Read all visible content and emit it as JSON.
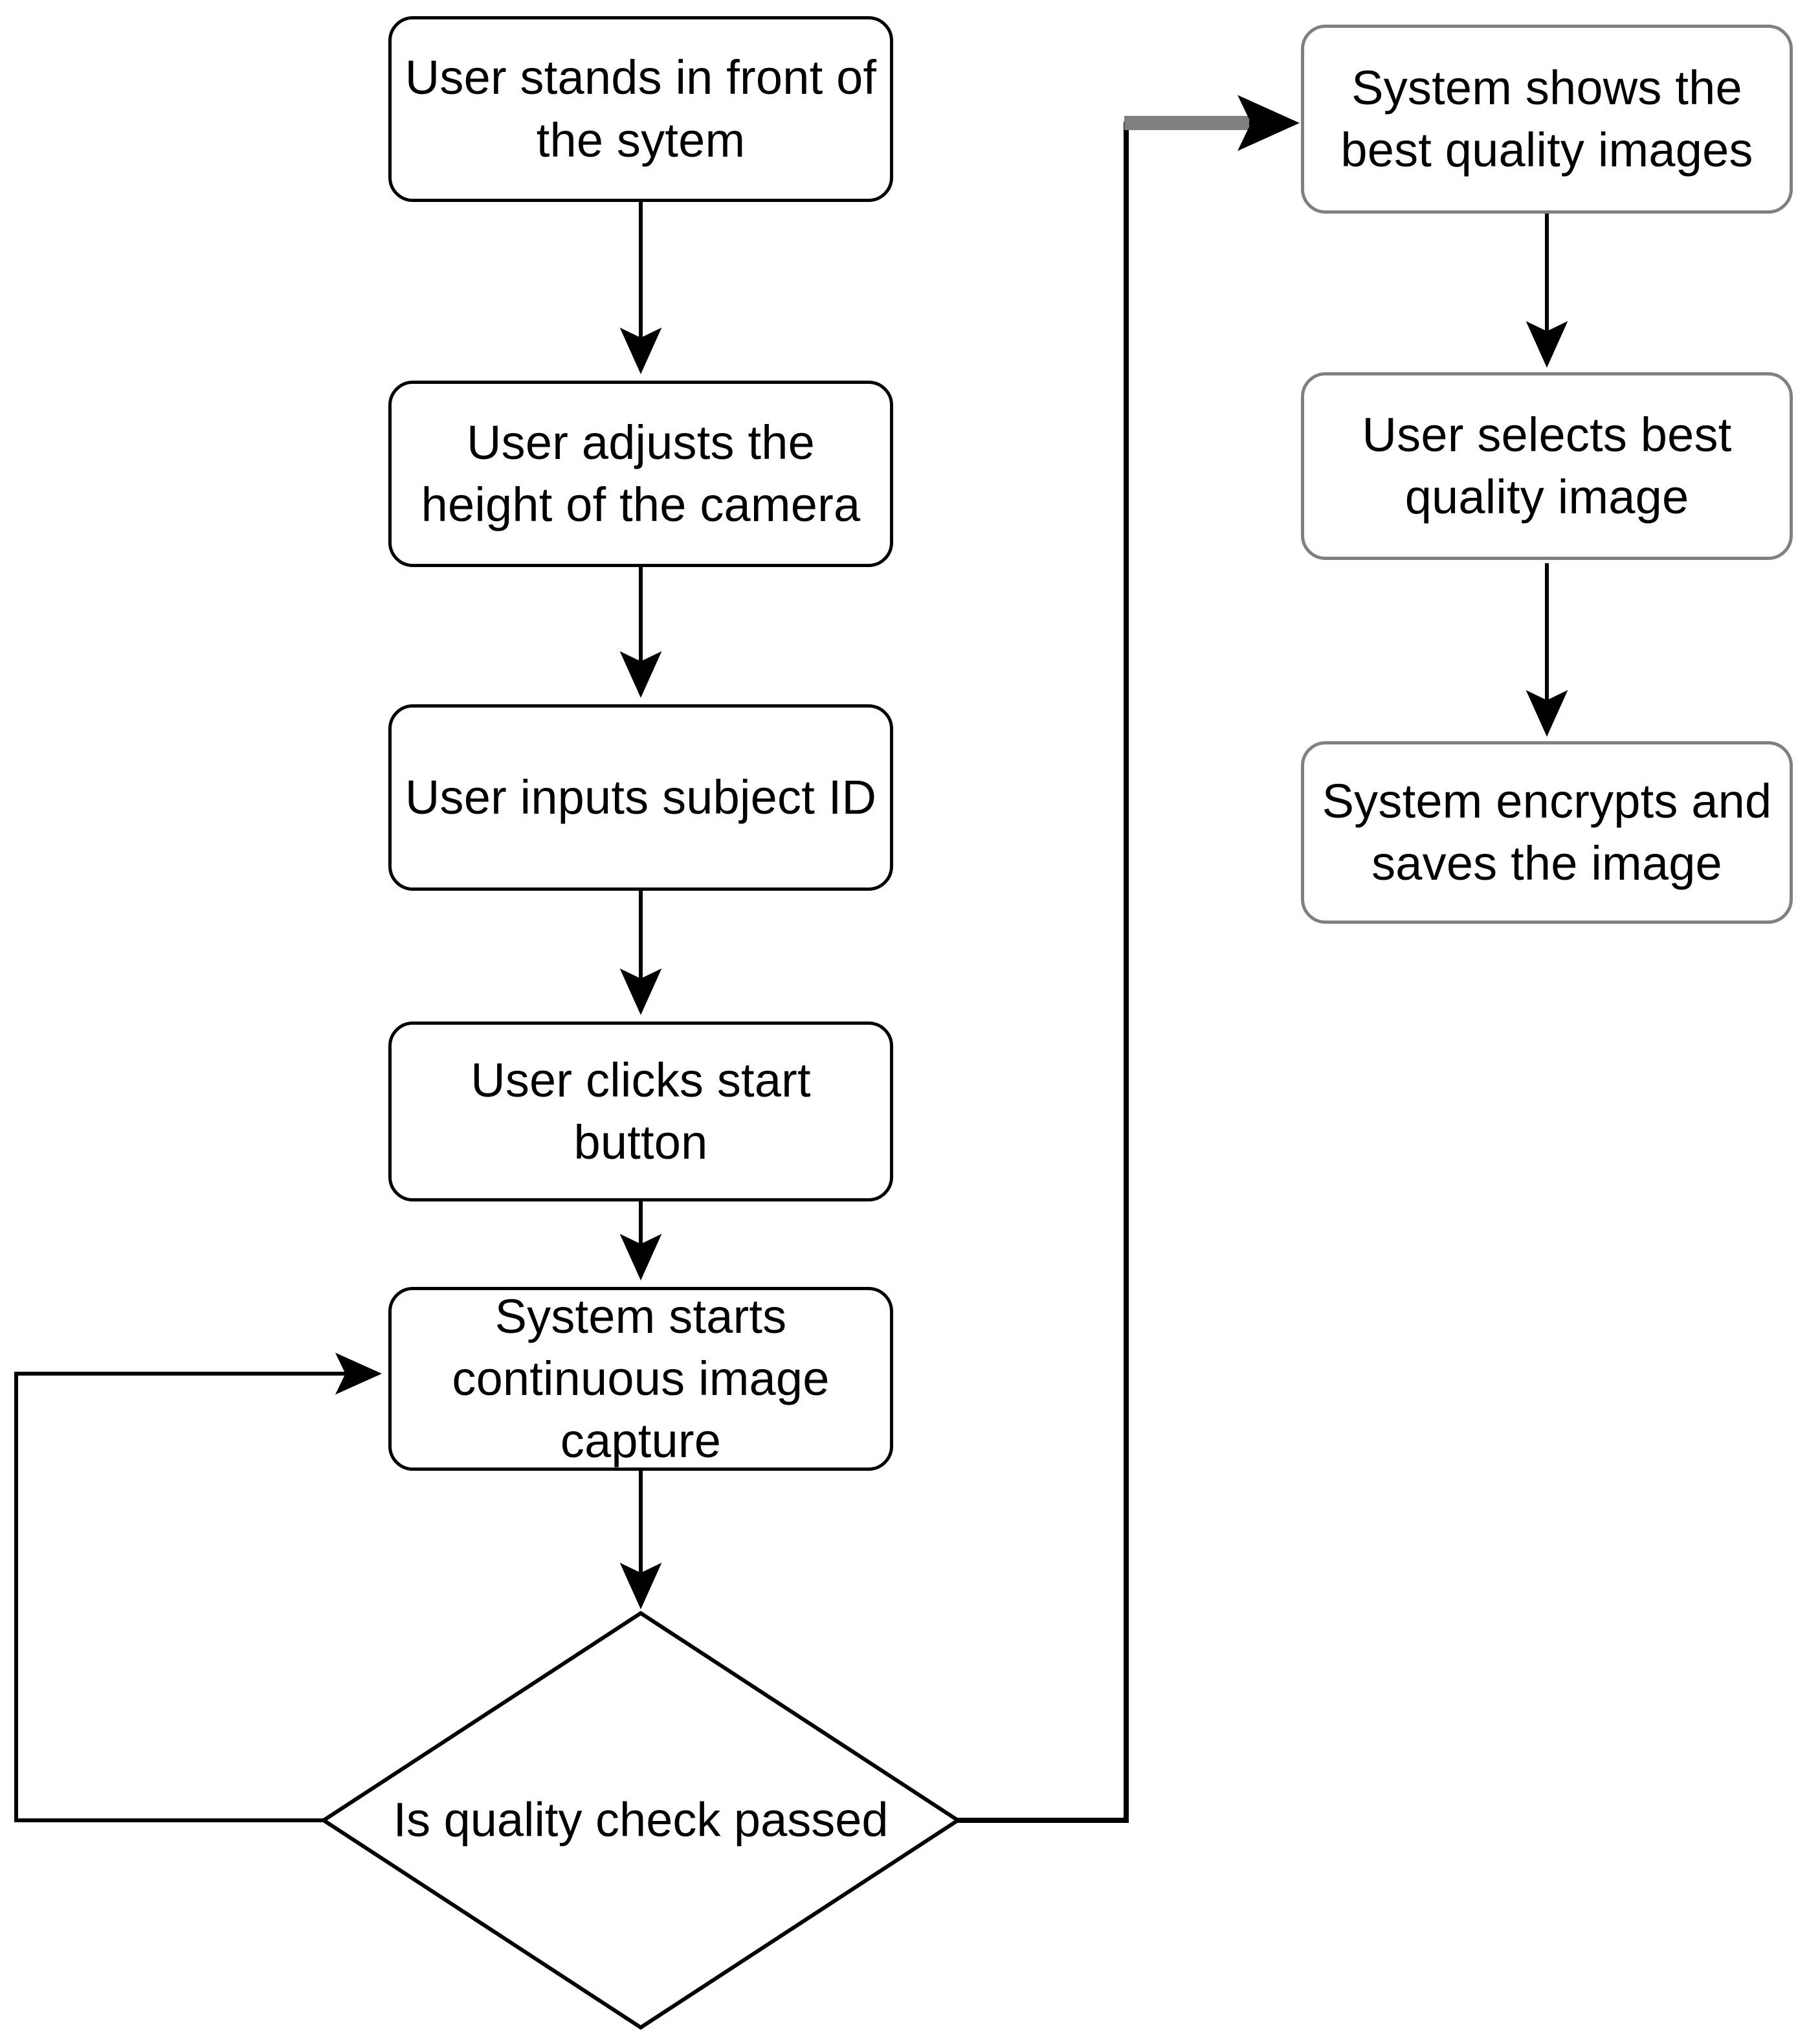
{
  "diagram": {
    "title": "Image capture workflow flowchart",
    "background_color": "#ffffff",
    "stroke_black": "#000000",
    "stroke_gray": "#808080",
    "text_color": "#000000"
  },
  "nodes": [
    {
      "id": "start",
      "type": "process",
      "label": "User stands in front of\nthe sytem",
      "column": "left",
      "stroke": "#000000"
    },
    {
      "id": "adjust-height",
      "type": "process",
      "label": "User adjusts the\nheight of the camera",
      "column": "left",
      "stroke": "#000000"
    },
    {
      "id": "input-subject-id",
      "type": "process",
      "label": "User inputs subject ID",
      "column": "left",
      "stroke": "#000000"
    },
    {
      "id": "click-start",
      "type": "process",
      "label": "User clicks start\nbutton",
      "column": "left",
      "stroke": "#000000"
    },
    {
      "id": "continuous-capture",
      "type": "process",
      "label": "System starts\ncontinuous image\ncapture",
      "column": "left",
      "stroke": "#000000"
    },
    {
      "id": "quality-check",
      "type": "decision",
      "label": "Is quality check passed",
      "column": "left",
      "stroke": "#000000"
    },
    {
      "id": "show-best-images",
      "type": "process",
      "label": "System shows the\nbest quality images",
      "column": "right",
      "stroke": "#808080"
    },
    {
      "id": "select-best-image",
      "type": "process",
      "label": "User selects best\nquality image",
      "column": "right",
      "stroke": "#808080"
    },
    {
      "id": "encrypt-save",
      "type": "process",
      "label": "System encrypts and\nsaves the image",
      "column": "right",
      "stroke": "#808080"
    }
  ],
  "edges": [
    {
      "from": "start",
      "to": "adjust-height",
      "label": "",
      "style": "straight-down",
      "color": "#000000"
    },
    {
      "from": "adjust-height",
      "to": "input-subject-id",
      "label": "",
      "style": "straight-down",
      "color": "#000000"
    },
    {
      "from": "input-subject-id",
      "to": "click-start",
      "label": "",
      "style": "straight-down",
      "color": "#000000"
    },
    {
      "from": "click-start",
      "to": "continuous-capture",
      "label": "",
      "style": "straight-down",
      "color": "#000000"
    },
    {
      "from": "continuous-capture",
      "to": "quality-check",
      "label": "",
      "style": "straight-down",
      "color": "#000000"
    },
    {
      "from": "quality-check",
      "to": "continuous-capture",
      "label": "",
      "style": "loop-back-left",
      "color": "#000000"
    },
    {
      "from": "quality-check",
      "to": "show-best-images",
      "label": "",
      "style": "right-then-up",
      "color": "#808080"
    },
    {
      "from": "show-best-images",
      "to": "select-best-image",
      "label": "",
      "style": "straight-down",
      "color": "#000000"
    },
    {
      "from": "select-best-image",
      "to": "encrypt-save",
      "label": "",
      "style": "straight-down",
      "color": "#000000"
    }
  ]
}
